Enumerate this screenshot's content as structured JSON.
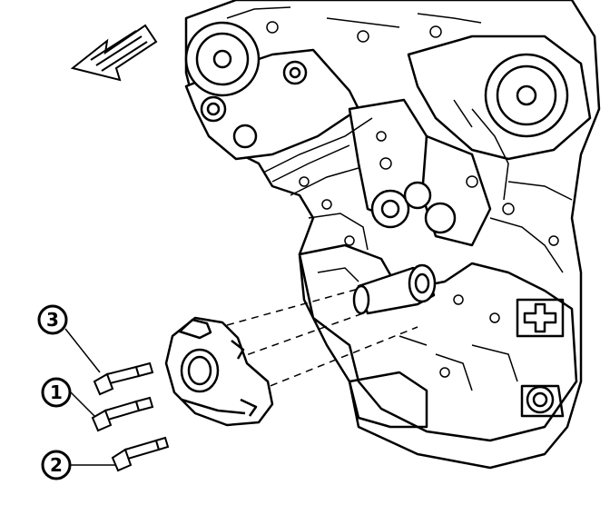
{
  "diagram": {
    "direction_arrow": {
      "icon": "front-direction-arrow-icon"
    },
    "callouts": [
      {
        "label": "3",
        "part": "upper-bolt"
      },
      {
        "label": "1",
        "part": "middle-bolt"
      },
      {
        "label": "2",
        "part": "lower-bolt"
      }
    ],
    "colors": {
      "line": "#000000",
      "background": "#ffffff"
    }
  }
}
